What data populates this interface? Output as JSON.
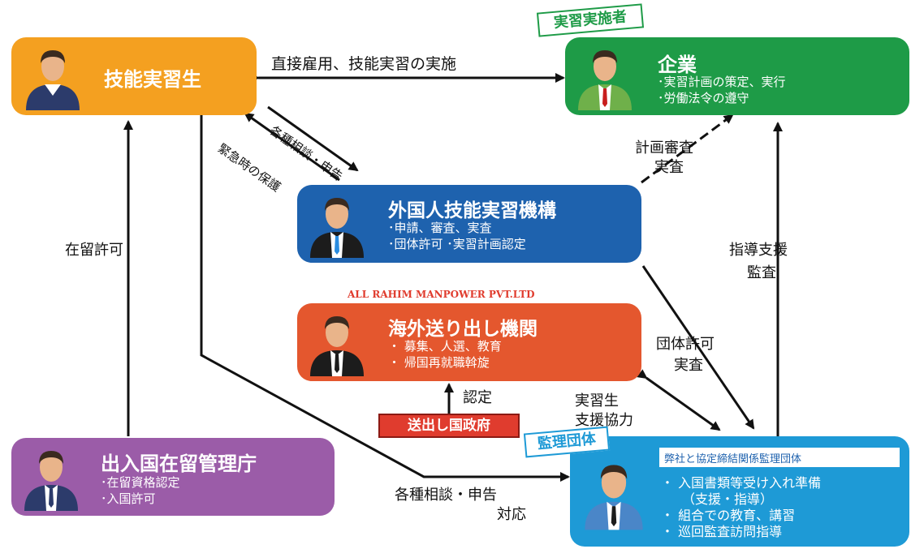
{
  "trainee": {
    "title": "技能実習生"
  },
  "company": {
    "tag": "実習実施者",
    "title": "企業",
    "items": [
      "･実習計画の策定、実行",
      "･労働法令の遵守"
    ]
  },
  "otit": {
    "title": "外国人技能実習機構",
    "items": [
      "･申請、審査、実査",
      "･団体許可 ･実習計画認定"
    ]
  },
  "agency": {
    "company_name": "ALL RAHIM MANPOWER PVT.LTD",
    "title": "海外送り出し機関",
    "items": [
      "・ 募集、人選、教育",
      "・ 帰国再就職斡旋"
    ]
  },
  "government": {
    "title": "送出し国政府"
  },
  "immigration": {
    "title": "出入国在留管理庁",
    "items": [
      "･在留資格認定",
      "･入国許可"
    ]
  },
  "supervising": {
    "tag": "監理団体",
    "header": "弊社と協定締結関係監理団体",
    "items": [
      "・ 入国書類等受け入れ準備",
      "（支援・指導）",
      "・ 組合での教育、講習",
      "・ 巡回監査訪問指導"
    ]
  },
  "labels": {
    "direct_employment": "直接雇用、技能実習の実施",
    "consult_report": "各種相談・申告",
    "emergency_protection": "緊急時の保護",
    "plan_review_1": "計画審査",
    "plan_review_2": "実査",
    "residence_permit": "在留許可",
    "guidance_1": "指導支援",
    "guidance_2": "監査",
    "group_permit_1": "団体許可",
    "group_permit_2": "実査",
    "certification": "認定",
    "trainee_support_1": "実習生",
    "trainee_support_2": "支援協力",
    "consult_response_1": "各種相談・申告",
    "consult_response_2": "対応"
  },
  "colors": {
    "trainee": "#F4A020",
    "company": "#1E9B47",
    "otit": "#1E62AE",
    "agency": "#E4572E",
    "government": "#E03C2E",
    "immigration": "#9B5CA8",
    "supervising": "#1E9AD6"
  }
}
